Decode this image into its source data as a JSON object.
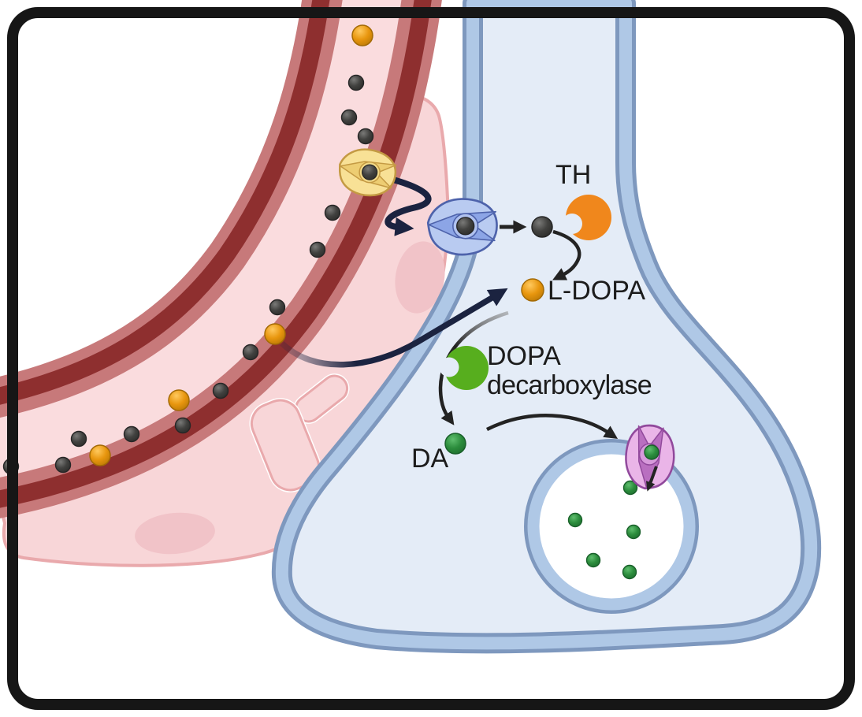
{
  "diagram": {
    "type": "dopamine-synthesis-pathway-illustration",
    "labels": {
      "th": "TH",
      "l_dopa": "L-DOPA",
      "dopa": "DOPA",
      "decarboxylase": "decarboxylase",
      "da": "DA"
    },
    "colors": {
      "frame": "#161616",
      "vessel_wall_dark_red": "#8E2F2F",
      "vessel_lining_red": "#C7797A",
      "vessel_lumen_pink": "#FADCDE",
      "tissue_pink": "#F8D6D8",
      "tissue_outline_pink": "#E9A9AC",
      "nucleus_pink": "#F1C3C8",
      "membrane_rim_blue": "#7E98BE",
      "membrane_band_blue": "#AFC8E6",
      "cytoplasm_blue": "#E4ECF7",
      "vesicle_fill": "#FFFFFF",
      "th_enzyme_orange": "#F0871C",
      "dopa_decarboxylase_green": "#57AE1E",
      "tyrosine_dot_gray": "#3C3C3C",
      "ldopa_dot_orange": "#E8960E",
      "dopamine_dot_green": "#2B8C3C",
      "yellow_transporter": "#F8E196",
      "blue_transporter": "#B9CBF1",
      "vmat_transporter_purple": "#EAB5E8",
      "navy_arrow": "#1B2340",
      "black_arrow": "#232323",
      "text": "#1C1C1C"
    }
  }
}
